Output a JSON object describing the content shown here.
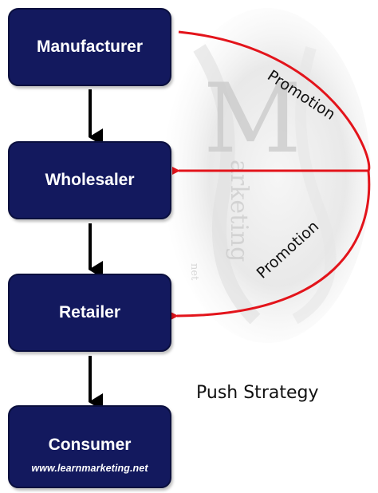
{
  "diagram": {
    "boxes": [
      {
        "label": "Manufacturer"
      },
      {
        "label": "Wholesaler"
      },
      {
        "label": "Retailer"
      },
      {
        "label": "Consumer"
      }
    ],
    "footer_url": "www.learnmarketing.net",
    "promotion_labels": [
      "Promotion",
      "Promotion"
    ],
    "strategy_title": "Push Strategy"
  },
  "watermark": {
    "big_letters": "M",
    "script_text": "arketing",
    "small_text": "net"
  },
  "colors": {
    "box_fill": "#13195e",
    "arrow_red": "#e3141b",
    "arrow_black": "#000000"
  }
}
